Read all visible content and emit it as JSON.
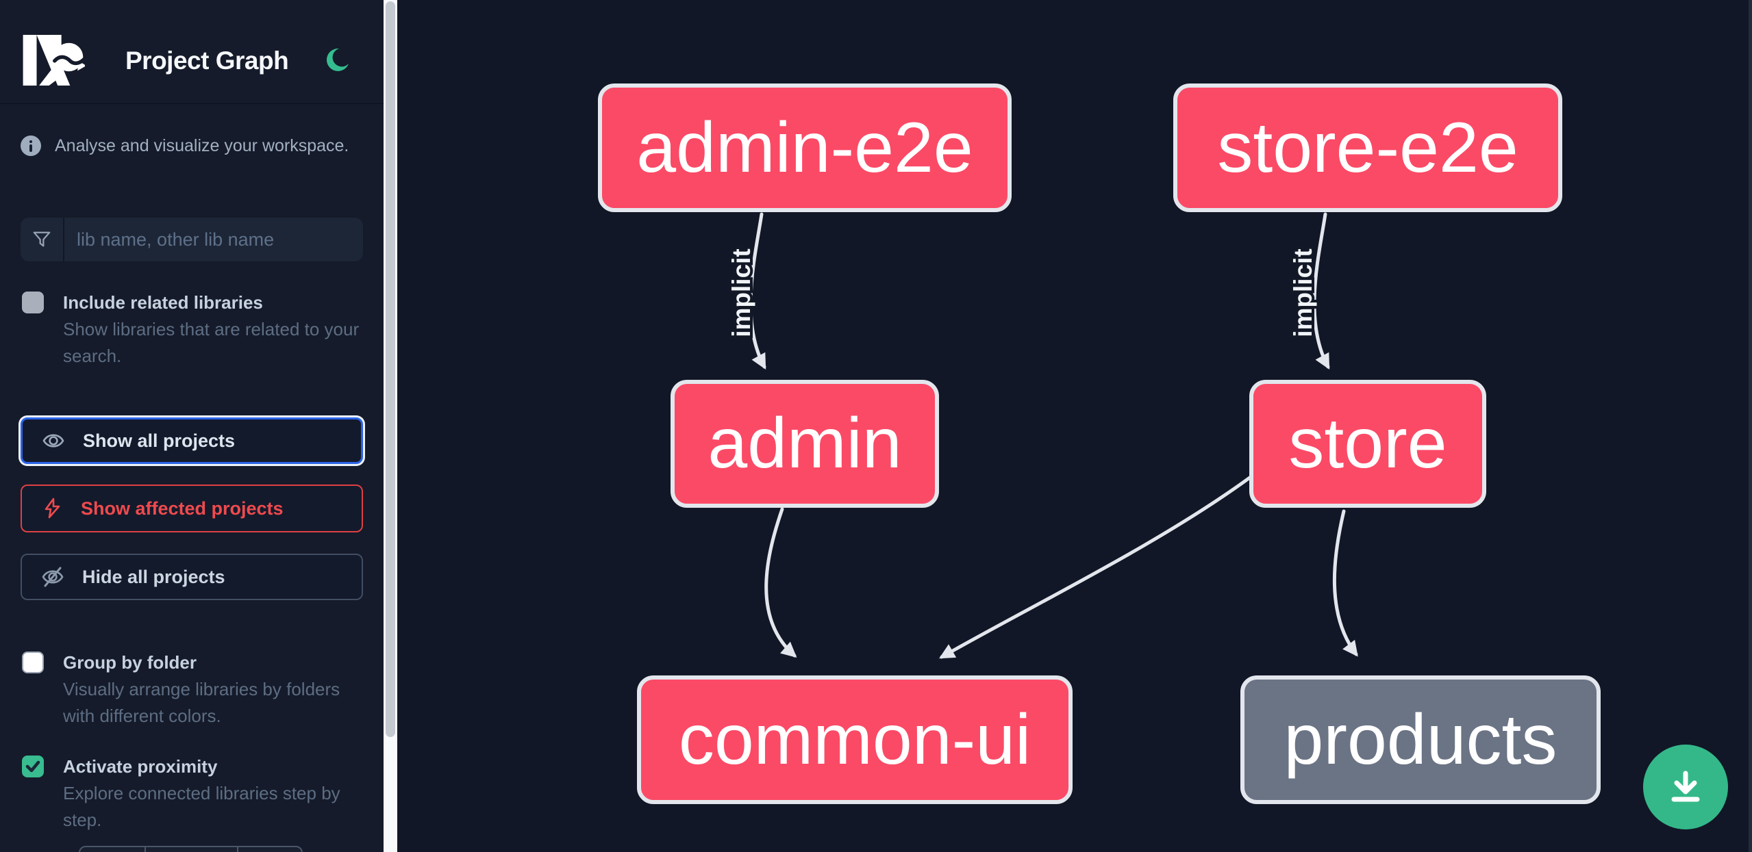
{
  "app": {
    "title": "Project Graph",
    "icons": {
      "logo": "nx-logo",
      "theme_toggle": "moon-icon",
      "info": "info-icon",
      "search": "funnel-icon",
      "download": "download-icon"
    }
  },
  "sidebar": {
    "tagline": "Analyse and visualize your workspace.",
    "search": {
      "placeholder": "lib name, other lib name",
      "value": ""
    },
    "options": {
      "include_related": {
        "label": "Include related libraries",
        "description": "Show libraries that are related to your search.",
        "checked": false,
        "disabled": true
      },
      "group_by_folder": {
        "label": "Group by folder",
        "description": "Visually arrange libraries by folders with different colors.",
        "checked": false
      },
      "activate_proximity": {
        "label": "Activate proximity",
        "description": "Explore connected libraries step by step.",
        "checked": true
      }
    },
    "actions": {
      "show_all": "Show all projects",
      "show_affected": "Show affected projects",
      "hide_all": "Hide all projects"
    }
  },
  "graph": {
    "nodes": [
      {
        "id": "admin-e2e",
        "label": "admin-e2e",
        "style": "focused"
      },
      {
        "id": "store-e2e",
        "label": "store-e2e",
        "style": "focused"
      },
      {
        "id": "admin",
        "label": "admin",
        "style": "focused"
      },
      {
        "id": "store",
        "label": "store",
        "style": "focused"
      },
      {
        "id": "common-ui",
        "label": "common-ui",
        "style": "focused"
      },
      {
        "id": "products",
        "label": "products",
        "style": "unfocused"
      }
    ],
    "edges": [
      {
        "from": "admin-e2e",
        "to": "admin",
        "label": "implicit"
      },
      {
        "from": "store-e2e",
        "to": "store",
        "label": "implicit"
      },
      {
        "from": "admin",
        "to": "common-ui",
        "label": ""
      },
      {
        "from": "store",
        "to": "common-ui",
        "label": ""
      },
      {
        "from": "store",
        "to": "products",
        "label": ""
      }
    ],
    "colors": {
      "node_focused": "#fb4a66",
      "node_unfocused": "#6b7485",
      "node_border": "#e3e7ed",
      "edge": "#e3e7ed",
      "background": "#111726",
      "accent_green": "#34b889",
      "accent_blue": "#2b63e8",
      "accent_red": "#df4045"
    }
  }
}
